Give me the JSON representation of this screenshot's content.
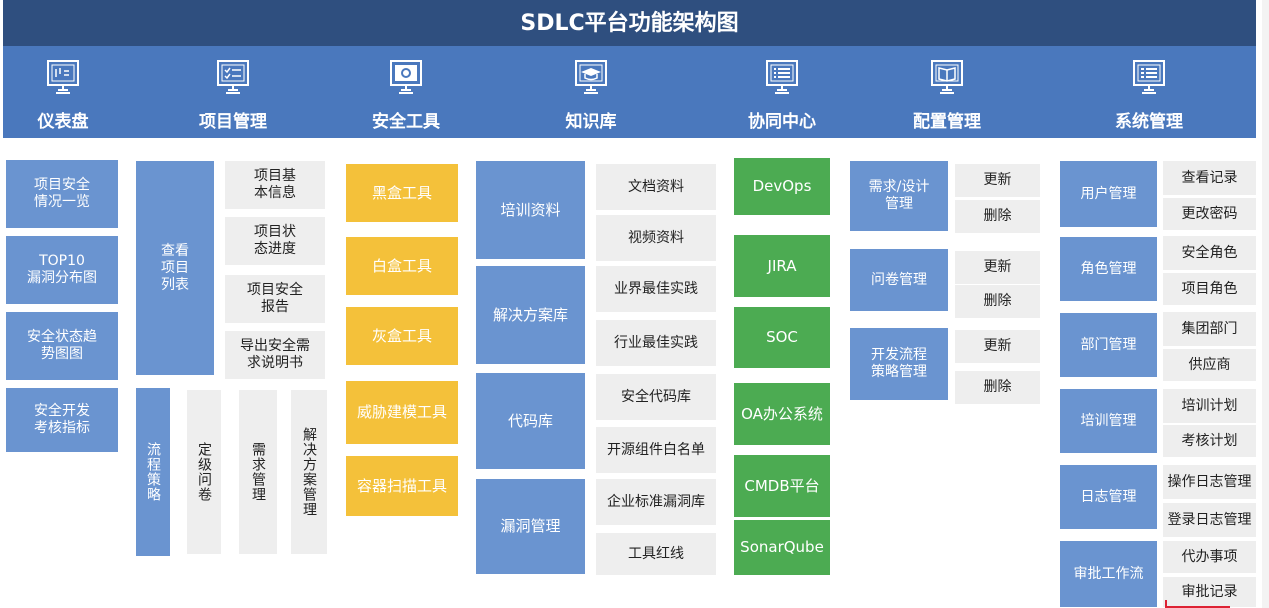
{
  "title": "SDLC平台功能架构图",
  "categories": [
    {
      "label": "仪表盘",
      "icon": "dashboard-monitor-icon"
    },
    {
      "label": "项目管理",
      "icon": "checklist-monitor-icon"
    },
    {
      "label": "安全工具",
      "icon": "tools-monitor-icon"
    },
    {
      "label": "知识库",
      "icon": "graduation-monitor-icon"
    },
    {
      "label": "协同中心",
      "icon": "list-monitor-icon"
    },
    {
      "label": "配置管理",
      "icon": "book-monitor-icon"
    },
    {
      "label": "系统管理",
      "icon": "settings-list-monitor-icon"
    }
  ],
  "dashboard": [
    "项目安全\n情况一览",
    "TOP10\n漏洞分布图",
    "安全状态趋\n势图图",
    "安全开发\n考核指标"
  ],
  "project": {
    "list": "查看\n项目\n列表",
    "details": [
      "项目基\n本信息",
      "项目状\n态进度",
      "项目安全\n报告",
      "导出安全需\n求说明书"
    ],
    "bottom": [
      "流程策略",
      "定级问卷",
      "需求管理",
      "解决方案管理"
    ]
  },
  "tools": [
    "黑盒工具",
    "白盒工具",
    "灰盒工具",
    "威胁建模工具",
    "容器扫描工具"
  ],
  "knowledge": {
    "groups": [
      "培训资料",
      "解决方案库",
      "代码库",
      "漏洞管理"
    ],
    "items": [
      "文档资料",
      "视频资料",
      "业界最佳实践",
      "行业最佳实践",
      "安全代码库",
      "开源组件白名单",
      "企业标准漏洞库",
      "工具红线"
    ]
  },
  "collab": [
    "DevOps",
    "JIRA",
    "SOC",
    "OA办公系统",
    "CMDB平台",
    "SonarQube"
  ],
  "config": {
    "groups": [
      "需求/设计\n管理",
      "问卷管理",
      "开发流程\n策略管理"
    ],
    "actions": [
      "更新",
      "删除",
      "更新",
      "删除",
      "更新",
      "删除"
    ]
  },
  "system": {
    "groups": [
      "用户管理",
      "角色管理",
      "部门管理",
      "培训管理",
      "日志管理",
      "审批工作流"
    ],
    "items": [
      "查看记录",
      "更改密码",
      "安全角色",
      "项目角色",
      "集团部门",
      "供应商",
      "培训计划",
      "考核计划",
      "操作日志管理",
      "登录日志管理",
      "代办事项",
      "审批记录"
    ]
  }
}
